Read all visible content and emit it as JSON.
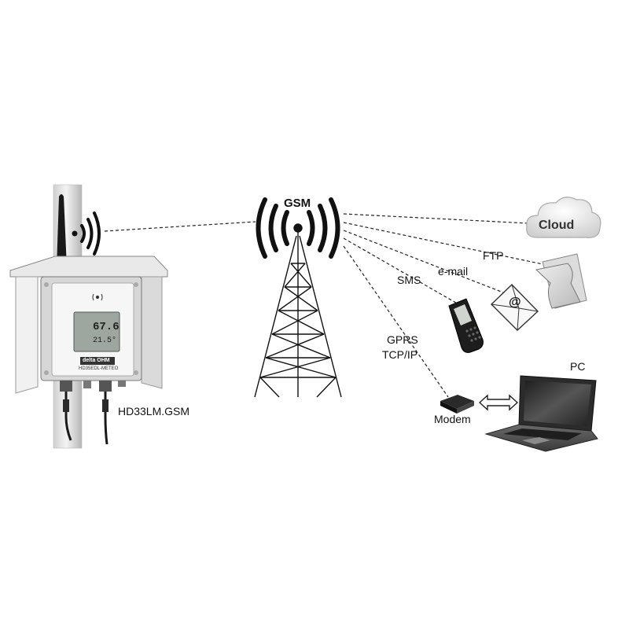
{
  "labels": {
    "gsm": "GSM",
    "cloud": "Cloud",
    "ftp": "FTP",
    "email": "e-mail",
    "sms": "SMS",
    "gprs": "GPRS",
    "tcpip": "TCP/IP",
    "modem": "Modem",
    "pc": "PC",
    "device": "HD33LM.GSM"
  },
  "device_display": {
    "value_top": "67.6",
    "value_bottom": "21.5°",
    "brand": "delta OHM",
    "model": "HD35EDL-METEO"
  },
  "email_symbol": "@"
}
